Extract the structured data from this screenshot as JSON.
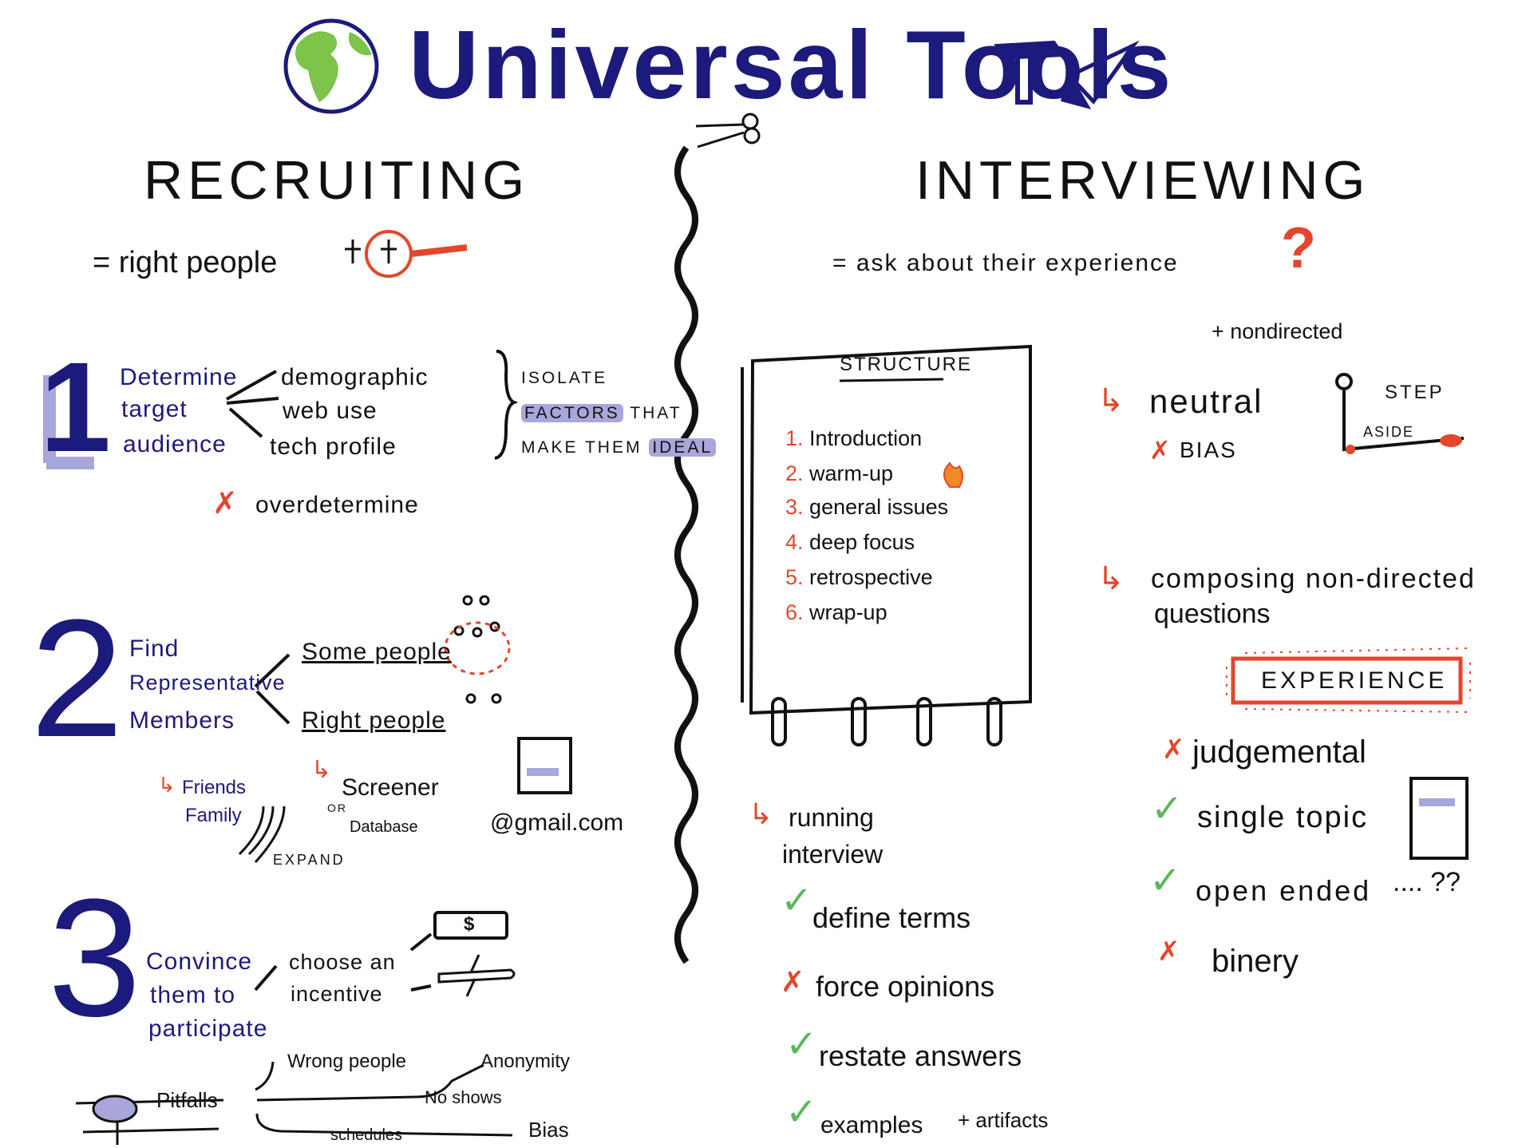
{
  "title": "Universal Tools",
  "colors": {
    "navy": "#1c1a7c",
    "red": "#e2472c",
    "green": "#5db75a",
    "highlight": "#a9a6db",
    "ink": "#111111"
  },
  "recruiting": {
    "heading": "RECRUITING",
    "subtitle": "= right people",
    "step1": {
      "number": "1",
      "label": [
        "Determine",
        "target",
        "audience"
      ],
      "factors": [
        "demographic",
        "web use",
        "tech profile"
      ],
      "note": [
        "ISOLATE",
        "FACTORS",
        "THAT",
        "MAKE THEM",
        "IDEAL"
      ],
      "avoid": "overdetermine"
    },
    "step2": {
      "number": "2",
      "label": [
        "Find",
        "Representative",
        "Members"
      ],
      "branches": [
        "Some people",
        "Right people"
      ],
      "friends": [
        "Friends",
        "Family"
      ],
      "expand": "EXPAND",
      "screener": "Screener",
      "or": "OR",
      "database": "Database",
      "email": "@gmail.com"
    },
    "step3": {
      "number": "3",
      "label": [
        "Convince",
        "them to",
        "participate"
      ],
      "incentive": [
        "choose an",
        "incentive"
      ],
      "dollar": "$"
    },
    "pitfalls": {
      "label": "Pitfalls",
      "items": [
        "Wrong people",
        "Anonymity",
        "No shows",
        "schedules",
        "Bias"
      ]
    }
  },
  "interviewing": {
    "heading": "INTERVIEWING",
    "subtitle": "= ask about their experience",
    "question_mark": "?",
    "nondirected": "+ nondirected",
    "structure": {
      "title": "STRUCTURE",
      "items": [
        {
          "num": "1.",
          "text": "Introduction"
        },
        {
          "num": "2.",
          "text": "warm-up"
        },
        {
          "num": "3.",
          "text": "general issues"
        },
        {
          "num": "4.",
          "text": "deep focus"
        },
        {
          "num": "5.",
          "text": "retrospective"
        },
        {
          "num": "6.",
          "text": "wrap-up"
        }
      ]
    },
    "running": {
      "label": [
        "running",
        "interview"
      ],
      "items": [
        {
          "mark": "✓",
          "text": "define terms"
        },
        {
          "mark": "✗",
          "text": "force opinions"
        },
        {
          "mark": "✓",
          "text": "restate answers"
        },
        {
          "mark": "✓",
          "text": "examples",
          "extra": "+ artifacts"
        }
      ]
    },
    "neutral": {
      "label": "neutral",
      "avoid": "BIAS",
      "step": "STEP",
      "aside": "ASIDE"
    },
    "composing": {
      "label": [
        "composing non-directed",
        "questions"
      ],
      "badge": "EXPERIENCE",
      "items": [
        {
          "mark": "✗",
          "text": "judgemental"
        },
        {
          "mark": "✓",
          "text": "single topic"
        },
        {
          "mark": "✓",
          "text": "open ended",
          "extra": ".... ??"
        },
        {
          "mark": "✗",
          "text": "binery"
        }
      ]
    }
  }
}
